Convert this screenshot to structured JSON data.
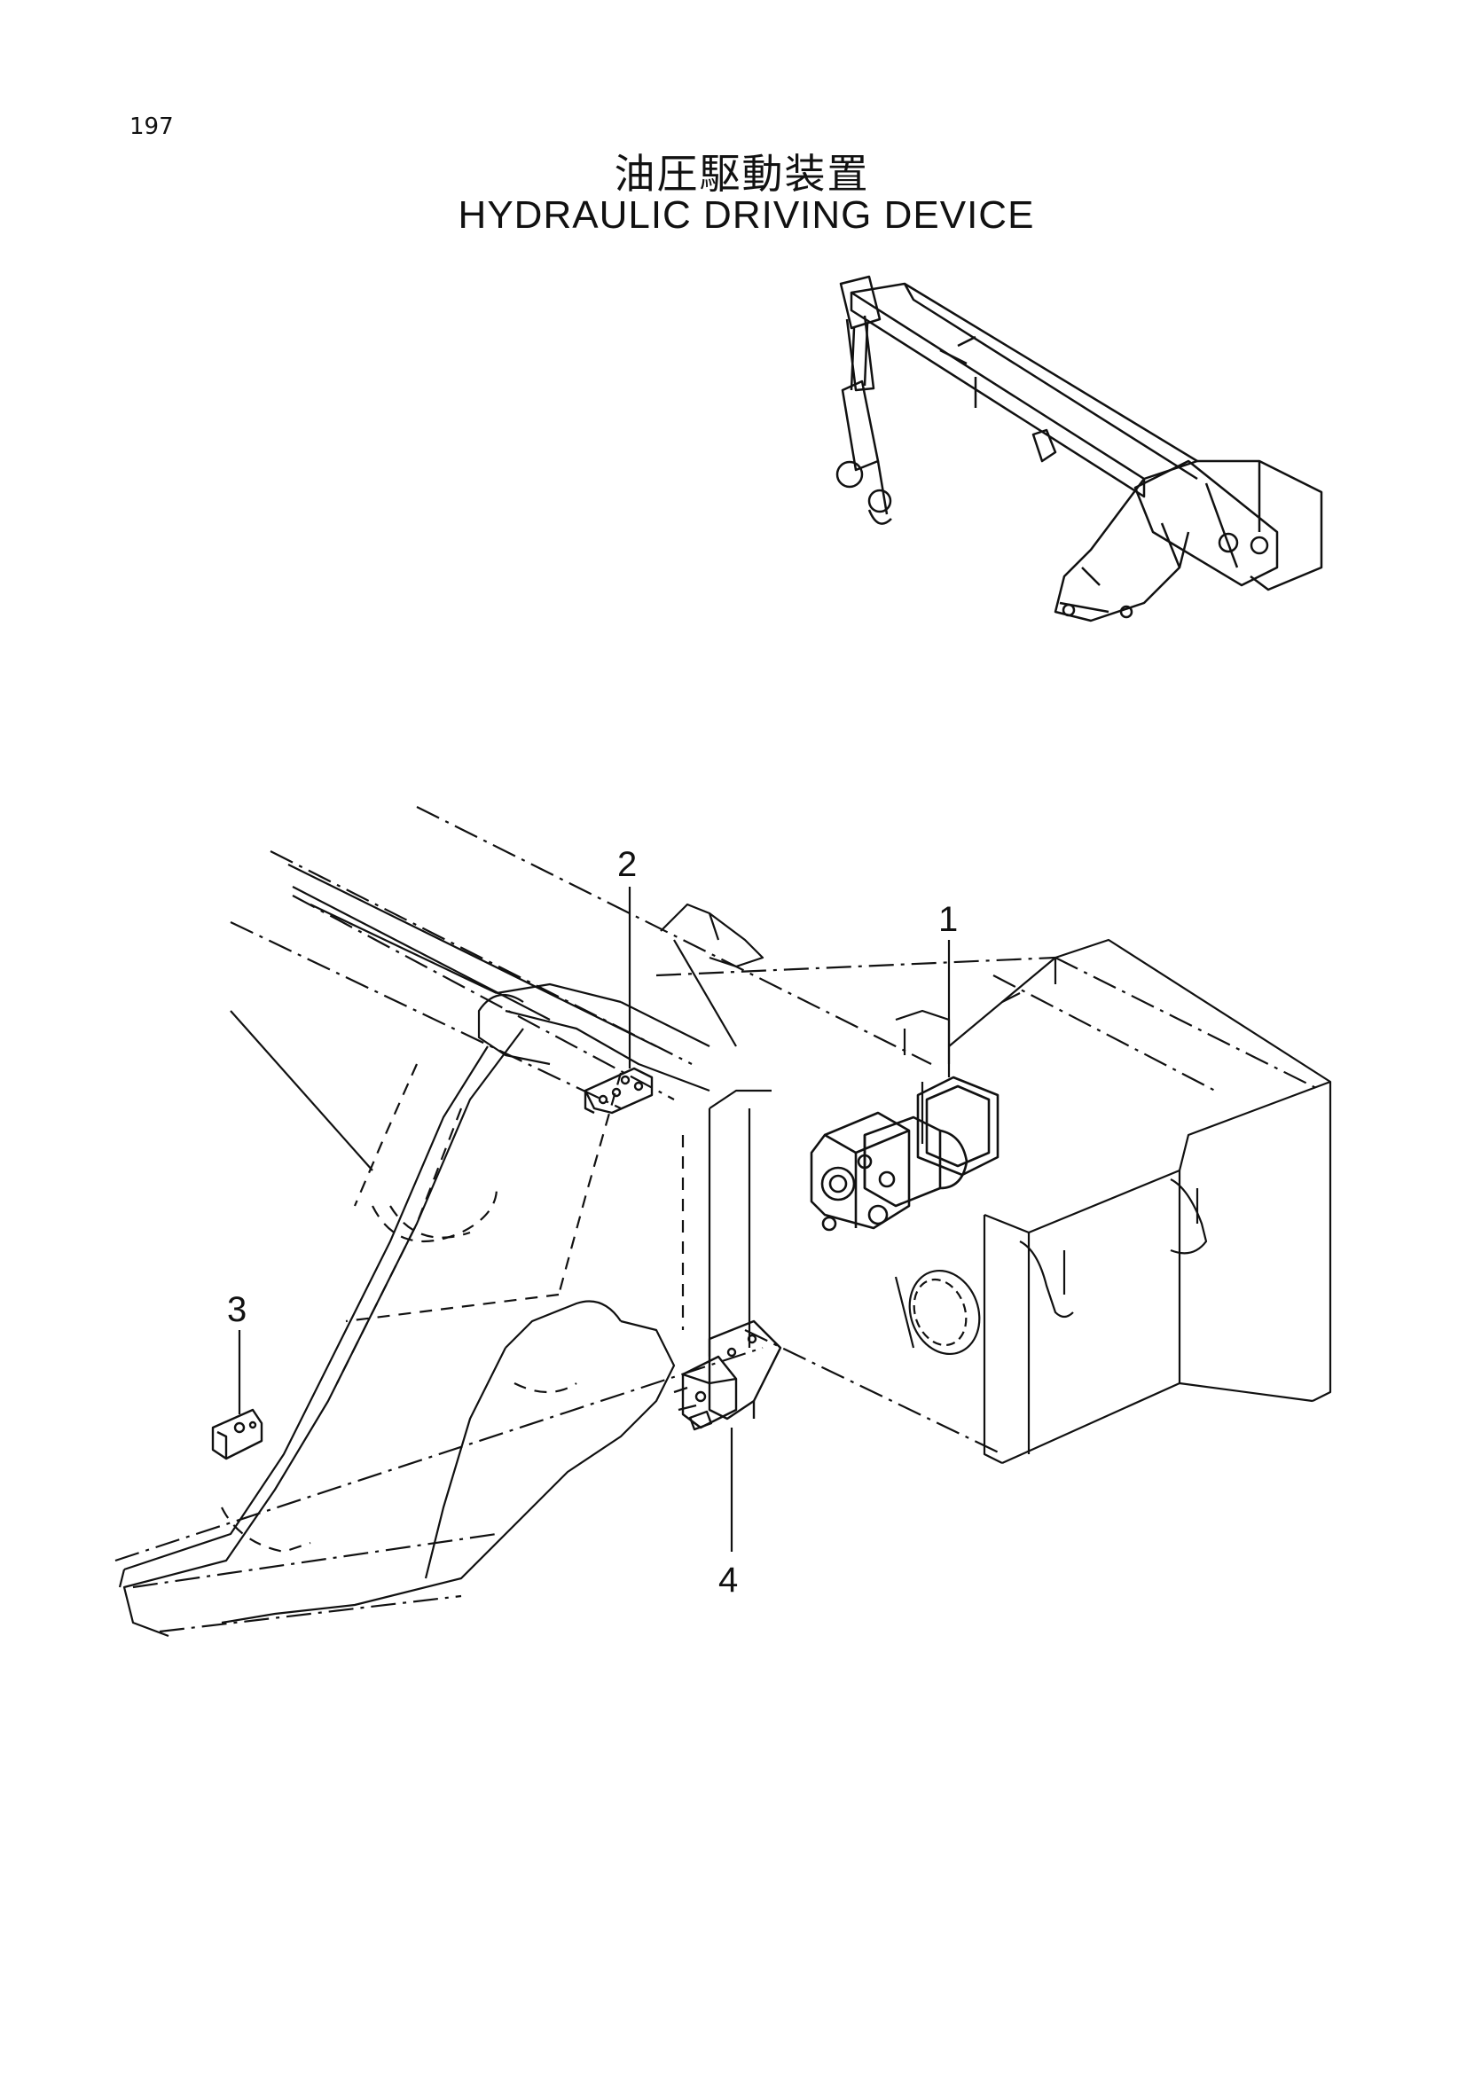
{
  "page": {
    "number": "197",
    "title_jp": "油圧駆動装置",
    "title_en": "HYDRAULIC DRIVING DEVICE"
  },
  "callouts": [
    {
      "id": "1",
      "label": "1"
    },
    {
      "id": "2",
      "label": "2"
    },
    {
      "id": "3",
      "label": "3"
    },
    {
      "id": "4",
      "label": "4"
    }
  ],
  "colors": {
    "line": "#111111",
    "background": "#ffffff"
  }
}
